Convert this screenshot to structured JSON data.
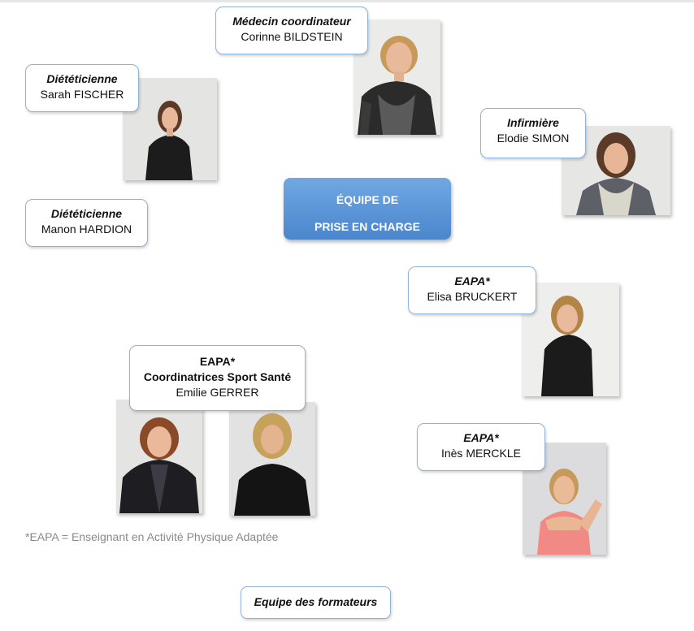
{
  "center": {
    "line1": "ÉQUIPE DE",
    "line2": "PRISE EN CHARGE"
  },
  "people": {
    "medecin": {
      "role": "Médecin coordinateur",
      "name": "Corinne BILDSTEIN"
    },
    "diet1": {
      "role": "Diététicienne",
      "name": "Sarah FISCHER"
    },
    "diet2": {
      "role": "Diététicienne",
      "name": "Manon HARDION"
    },
    "infirmiere": {
      "role": "Infirmière",
      "name": "Elodie SIMON"
    },
    "eapa1": {
      "role": "EAPA*",
      "name": "Elisa BRUCKERT"
    },
    "eapa2": {
      "role": "EAPA*",
      "line2": "Coordinatrices Sport Santé",
      "name": "Emilie GERRER"
    },
    "eapa3": {
      "role": "EAPA*",
      "name": "Inès MERCKLE"
    }
  },
  "footnote": "*EAPA = Enseignant en Activité Physique Adaptée",
  "trainers_label": "Equipe des formateurs",
  "colors": {
    "card_border": "#8fb3d9",
    "center_top": "#70a8e3",
    "center_bottom": "#4b86cc"
  }
}
